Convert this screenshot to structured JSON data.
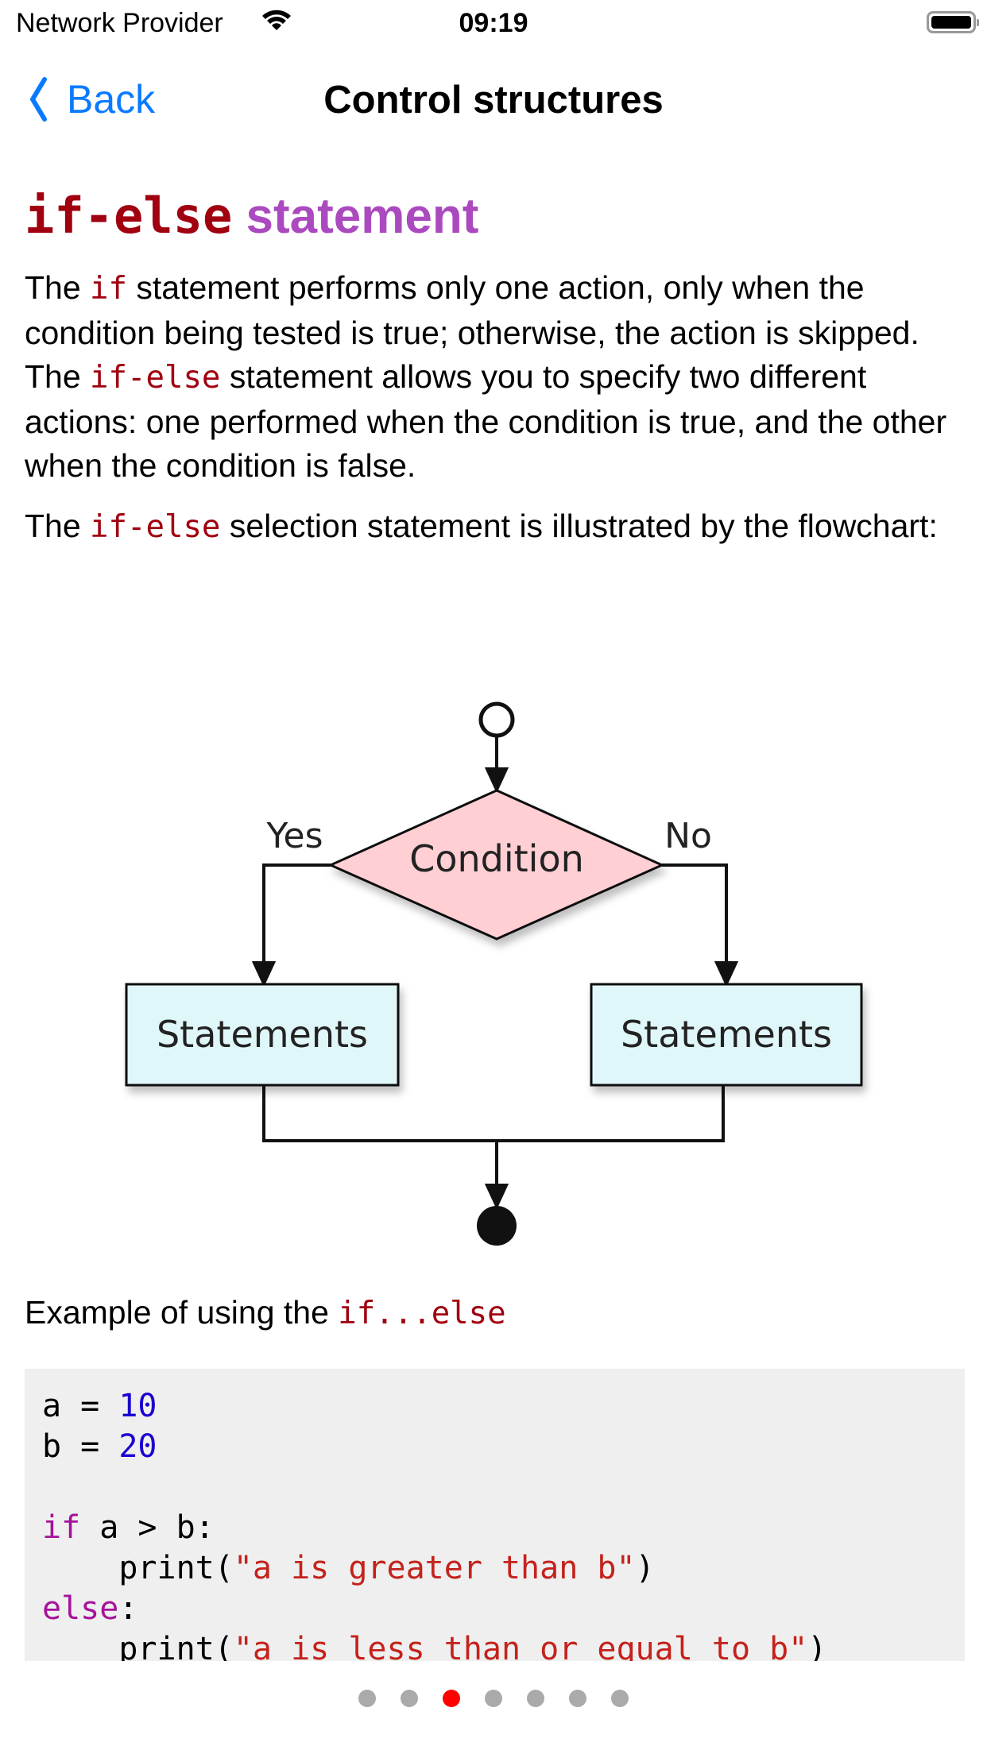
{
  "status_bar": {
    "provider": "Network Provider",
    "time": "09:19"
  },
  "nav": {
    "back_label": "Back",
    "title": "Control structures"
  },
  "heading": {
    "keyword": "if-else",
    "rest": "statement"
  },
  "paragraph1": {
    "t1": "The ",
    "c1": "if",
    "t2": " statement performs only one action, only when the condition being tested is true; otherwise, the action is skipped. The ",
    "c2": "if-else",
    "t3": " statement allows you to specify two different actions: one performed when the condition is true, and the other when the condition is false."
  },
  "paragraph2": {
    "t1": "The ",
    "c1": "if-else",
    "t2": " selection statement is illustrated by the flowchart:"
  },
  "flowchart": {
    "condition": "Condition",
    "yes": "Yes",
    "no": "No",
    "left_box": "Statements",
    "right_box": "Statements"
  },
  "example": {
    "text": "Example of using the ",
    "code": "if...else"
  },
  "code": {
    "l1a": "a = ",
    "l1b": "10",
    "l2a": "b = ",
    "l2b": "20",
    "l3k": "if",
    "l3r": " a > b:",
    "l4a": "    print(",
    "l4s": "\"a is greater than b\"",
    "l4c": ")",
    "l5k": "else",
    "l5r": ":",
    "l6a": "    print(",
    "l6s": "\"a is less than or equal to b\"",
    "l6c": ")"
  },
  "pager": {
    "total": 7,
    "current": 3
  },
  "colors": {
    "accent": "#0a7aff",
    "keyword": "#a0000f",
    "heading": "#ab4abf",
    "active_dot": "#ff0000"
  }
}
